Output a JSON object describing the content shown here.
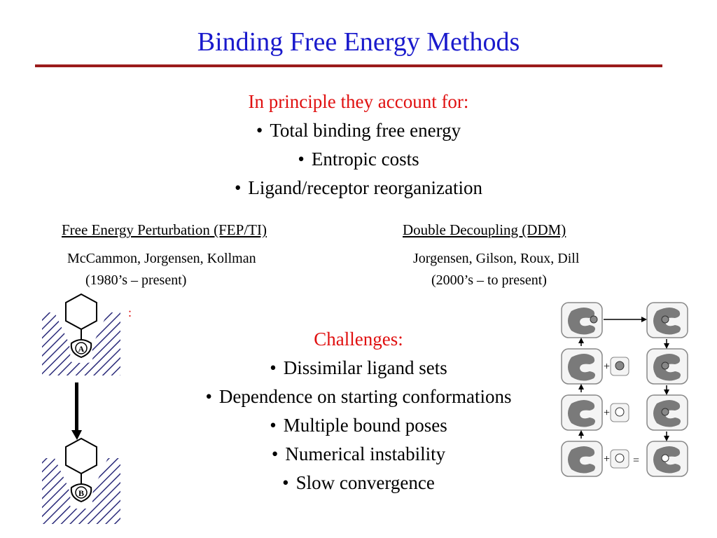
{
  "slide": {
    "title": "Binding Free Energy Methods",
    "principle": {
      "heading": "In principle they account for:",
      "items": [
        "Total binding free energy",
        "Entropic costs",
        "Ligand/receptor reorganization"
      ]
    },
    "left_method": {
      "heading": "Free Energy Perturbation (FEP/TI)",
      "authors": "McCammon, Jorgensen, Kollman",
      "period": "(1980’s – present)"
    },
    "right_method": {
      "heading": "Double Decoupling (DDM)",
      "authors": "Jorgensen, Gilson, Roux, Dill",
      "period": "(2000’s – to present)"
    },
    "stray_mark": ":",
    "challenges": {
      "heading": "Challenges:",
      "items": [
        "Dissimilar ligand sets",
        "Dependence on starting conformations",
        "Multiple bound poses",
        "Numerical instability",
        "Slow convergence"
      ]
    },
    "colors": {
      "title": "#1a1acc",
      "rule": "#9b1c1c",
      "highlight": "#e01010"
    }
  }
}
